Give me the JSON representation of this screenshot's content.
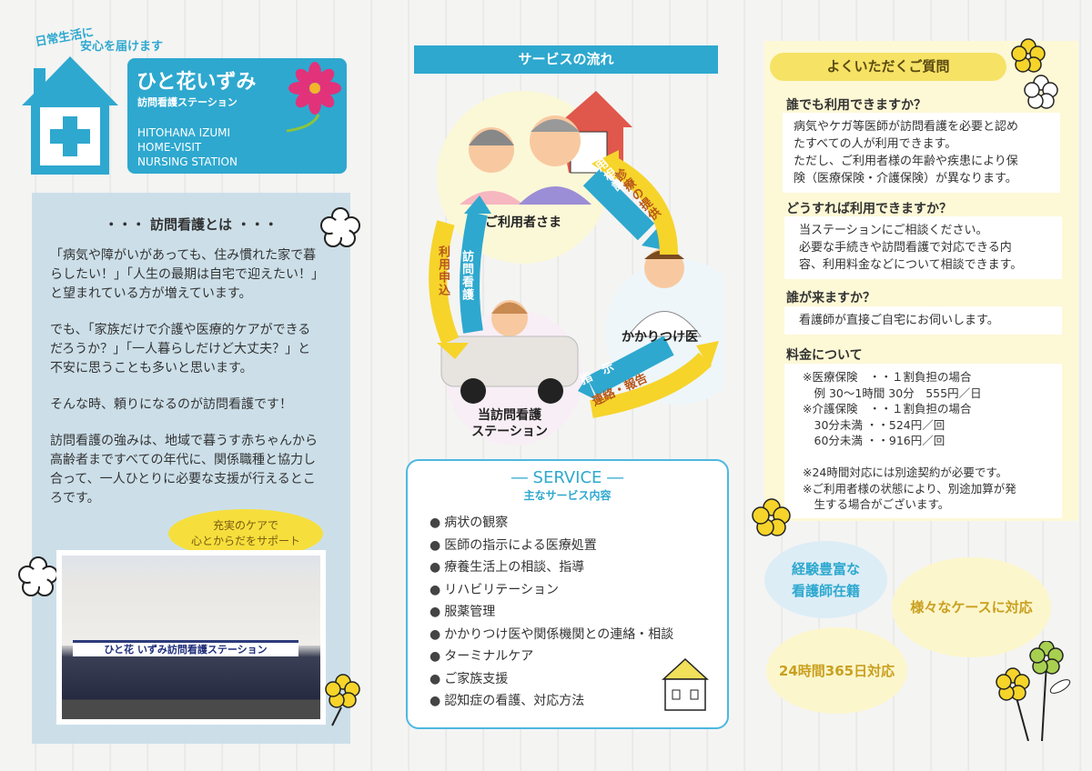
{
  "left": {
    "tagline_1": "日常生活に",
    "tagline_2": "安心を届けます",
    "logo": {
      "name_ja": "ひと花いずみ",
      "subtitle_ja": "訪問看護ステーション",
      "name_en_1": "HITOHANA IZUMI",
      "name_en_2": "HOME-VISIT",
      "name_en_3": "NURSING STATION"
    },
    "about_heading": "・・・ 訪問看護とは ・・・",
    "paragraphs": [
      "「病気や障がいがあっても、住み慣れた家で暮\nらしたい！」「人生の最期は自宅で迎えたい！」\nと望まれている方が増えています。",
      "でも、「家族だけで介護や医療的ケアができる\nだろうか？」「一人暮らしだけど大丈夫？」と\n不安に思うことも多いと思います。",
      "そんな時、頼りになるのが訪問看護です！",
      "訪問看護の強みは、地域で暮うす赤ちゃんから\n高齢者まですべての年代に、関係職種と協力し\n合って、一人ひとりに必要な支援が行えるとこ\nろです。"
    ],
    "bubble": "充実のケアで\n心とからだをサポート",
    "photo_sign": "ひと花 いずみ訪問看護ステーション"
  },
  "flow": {
    "title": "サービスの流れ",
    "user": "ご利用者さま",
    "doctor": "かかりつけ医",
    "station": "当訪問看護\nステーション",
    "arrows": {
      "consult": "利用相談",
      "provide": "診療の提供",
      "apply": "利用申込",
      "visit": "訪問看護",
      "instruct": "指　示",
      "report": "連絡・報告"
    }
  },
  "service": {
    "title": "― SERVICE ―",
    "subtitle": "主なサービス内容",
    "items": [
      "病状の観察",
      "医師の指示による医療処置",
      "療養生活上の相談、指導",
      "リハビリテーション",
      "服薬管理",
      "かかりつけ医や関係機関との連絡・相談",
      "ターミナルケア",
      "ご家族支援",
      "認知症の看護、対応方法"
    ]
  },
  "faq": {
    "title": "よくいただくご質問",
    "items": [
      {
        "q": "誰でも利用できますか？",
        "a": "病気やケガ等医師が訪問看護を必要と認め\nたすべての人が利用できます。\nただし、ご利用者様の年齢や疾患により保\n険（医療保険・介護保険）が異なります。"
      },
      {
        "q": "どうすれば利用できますか？",
        "a": "当ステーションにご相談ください。\n必要な手続きや訪問看護で対応できる内\n容、利用料金などについて相談できます。"
      },
      {
        "q": "誰が来ますか？",
        "a": "看護師が直接ご自宅にお伺いします。"
      },
      {
        "q": "料金について",
        "a": "※医療保険　・・１割負担の場合\n　例 30～1時間 30分　555円／日\n※介護保険　・・１割負担の場合\n　30分未満 ・・524円／回\n　60分未満 ・・916円／回\n\n※24時間対応には別途契約が必要です。\n※ご利用者様の状態により、別途加算が発\n　生する場合がございます。"
      }
    ]
  },
  "features": [
    "経験豊富な\n看護師在籍",
    "様々なケースに対応",
    "24時間365日対応"
  ],
  "colors": {
    "brand_blue": "#2ea8cf",
    "yellow": "#f6d42a",
    "pale_yellow": "#fdf8d6",
    "light_blue_panel": "#c9dde8"
  }
}
